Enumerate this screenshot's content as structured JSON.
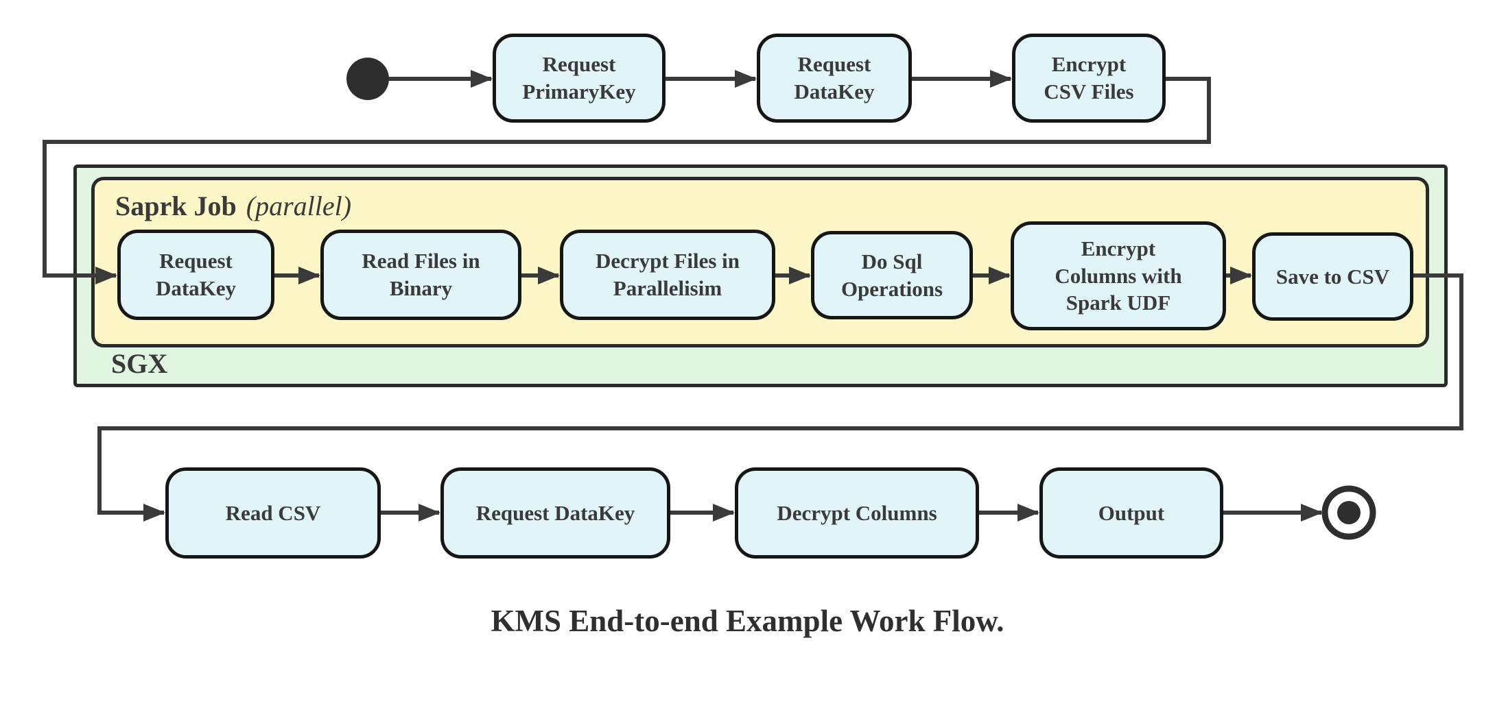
{
  "diagram": {
    "caption": "KMS End-to-end Example Work Flow.",
    "containers": {
      "sgx": {
        "label": "SGX"
      },
      "spark_job": {
        "label_bold": "Saprk Job",
        "label_italic": "(parallel)"
      }
    },
    "nodes": {
      "top": [
        {
          "id": "request-primarykey",
          "label": "Request\nPrimaryKey"
        },
        {
          "id": "request-datakey",
          "label": "Request\nDataKey"
        },
        {
          "id": "encrypt-csv-files",
          "label": "Encrypt\nCSV Files"
        }
      ],
      "spark": [
        {
          "id": "request-datakey-sgx",
          "label": "Request\nDataKey"
        },
        {
          "id": "read-files-in-binary",
          "label": "Read Files in\nBinary"
        },
        {
          "id": "decrypt-files-in-parallelisim",
          "label": "Decrypt Files in\nParallelisim"
        },
        {
          "id": "do-sql-operations",
          "label": "Do Sql\nOperations"
        },
        {
          "id": "encrypt-columns-with-spark-udf",
          "label": "Encrypt\nColumns with\nSpark UDF"
        },
        {
          "id": "save-to-csv",
          "label": "Save to CSV"
        }
      ],
      "bottom": [
        {
          "id": "read-csv",
          "label": "Read CSV"
        },
        {
          "id": "request-datakey-client",
          "label": "Request DataKey"
        },
        {
          "id": "decrypt-columns",
          "label": "Decrypt Columns"
        },
        {
          "id": "output",
          "label": "Output"
        }
      ]
    },
    "markers": {
      "start_node": "filled-circle",
      "end_node": "ringed-circle"
    },
    "colors": {
      "node_fill": "#e1f5f9",
      "node_border": "#161616",
      "sgx_fill": "#e1f6e1",
      "spark_fill": "#fdf6c6",
      "container_border": "#2a2a2a",
      "edge": "#3a3a3a",
      "text": "#3a3a3a",
      "background": "#ffffff"
    }
  }
}
